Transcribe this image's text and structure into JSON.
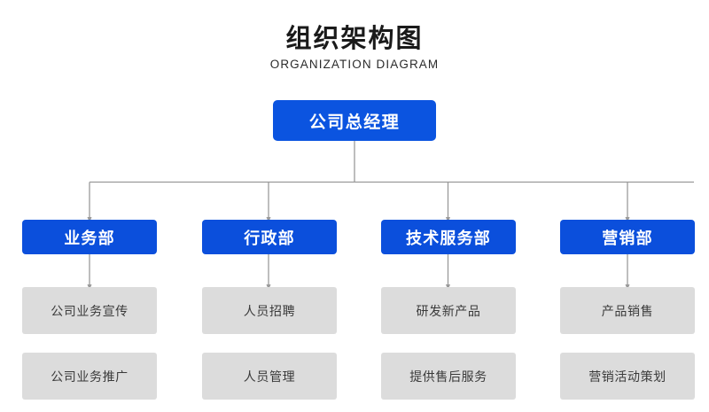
{
  "header": {
    "title_cn": "组织架构图",
    "title_en": "ORGANIZATION DIAGRAM"
  },
  "colors": {
    "root_blue": "#0B54E0",
    "dept_blue": "#0B4FDC",
    "task_gray": "#DCDCDC",
    "connector_gray": "#9A9A9A",
    "background": "#FFFFFF",
    "task_text": "#3A3A3A",
    "title_text": "#1A1A1A"
  },
  "chart_data": {
    "type": "diagram",
    "diagram_kind": "organization-chart",
    "orientation": "top-down",
    "levels": 3,
    "root": {
      "label": "公司总经理",
      "level": 1
    },
    "departments": [
      {
        "label": "业务部",
        "level": 2,
        "tasks": [
          "公司业务宣传",
          "公司业务推广"
        ]
      },
      {
        "label": "行政部",
        "level": 2,
        "tasks": [
          "人员招聘",
          "人员管理"
        ]
      },
      {
        "label": "技术服务部",
        "level": 2,
        "tasks": [
          "研发新产品",
          "提供售后服务"
        ]
      },
      {
        "label": "营销部",
        "level": 2,
        "tasks": [
          "产品销售",
          "营销活动策划"
        ]
      }
    ]
  },
  "nodes": {
    "root": {
      "label": "公司总经理"
    },
    "dept_0": {
      "label": "业务部"
    },
    "dept_1": {
      "label": "行政部"
    },
    "dept_2": {
      "label": "技术服务部"
    },
    "dept_3": {
      "label": "营销部"
    },
    "task_0_0": {
      "label": "公司业务宣传"
    },
    "task_0_1": {
      "label": "公司业务推广"
    },
    "task_1_0": {
      "label": "人员招聘"
    },
    "task_1_1": {
      "label": "人员管理"
    },
    "task_2_0": {
      "label": "研发新产品"
    },
    "task_2_1": {
      "label": "提供售后服务"
    },
    "task_3_0": {
      "label": "产品销售"
    },
    "task_3_1": {
      "label": "营销活动策划"
    }
  }
}
